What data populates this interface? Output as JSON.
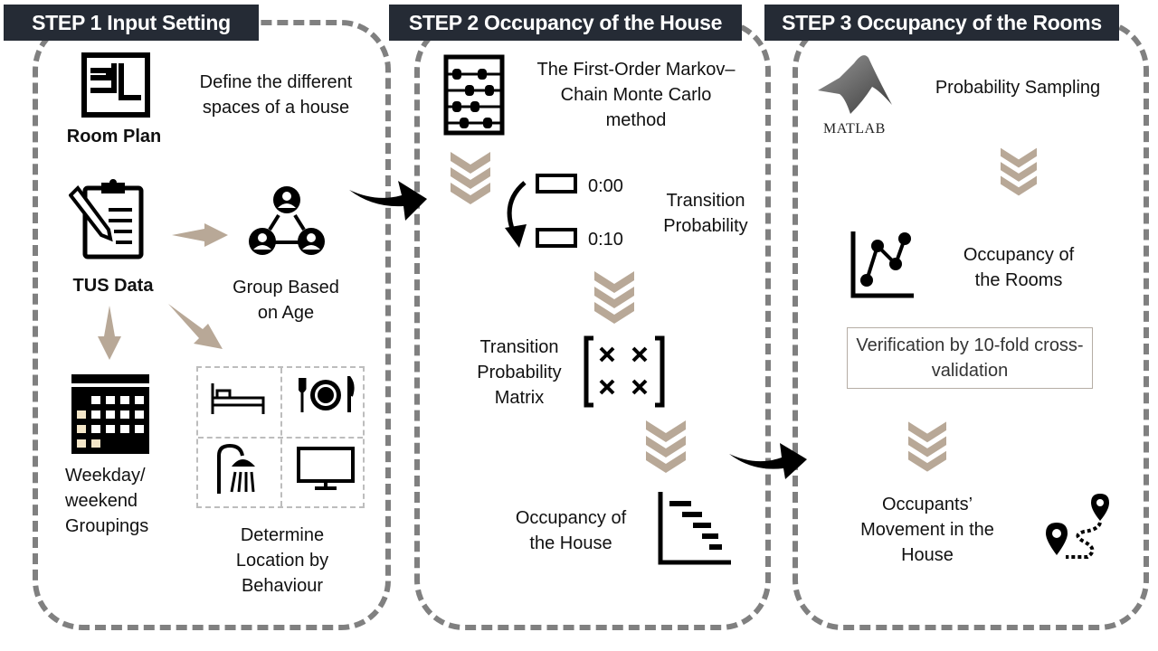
{
  "colors": {
    "header_bg": "#252b35",
    "accent": "#b8a897",
    "dash": "#808080"
  },
  "step1": {
    "header": "STEP 1  Input Setting",
    "define_text": "Define the different spaces of a house",
    "room_plan": "Room Plan",
    "tus_data": "TUS Data",
    "group_age": "Group Based on Age",
    "weekday": "Weekday/ weekend Groupings",
    "determine": "Determine Location by Behaviour"
  },
  "step2": {
    "header": "STEP 2  Occupancy of the House",
    "method": "The First-Order Markov–Chain Monte Carlo method",
    "time_0": "0:00",
    "time_1": "0:10",
    "transition": "Transition Probability",
    "matrix": "Transition Probability Matrix",
    "occupancy_house": "Occupancy of the House"
  },
  "step3": {
    "header": "STEP 3  Occupancy of the Rooms",
    "matlab": "MATLAB",
    "sampling": "Probability Sampling",
    "occupancy_rooms": "Occupancy of the Rooms",
    "verification": "Verification by 10-fold cross-validation",
    "movement": "Occupants’ Movement in the House"
  }
}
